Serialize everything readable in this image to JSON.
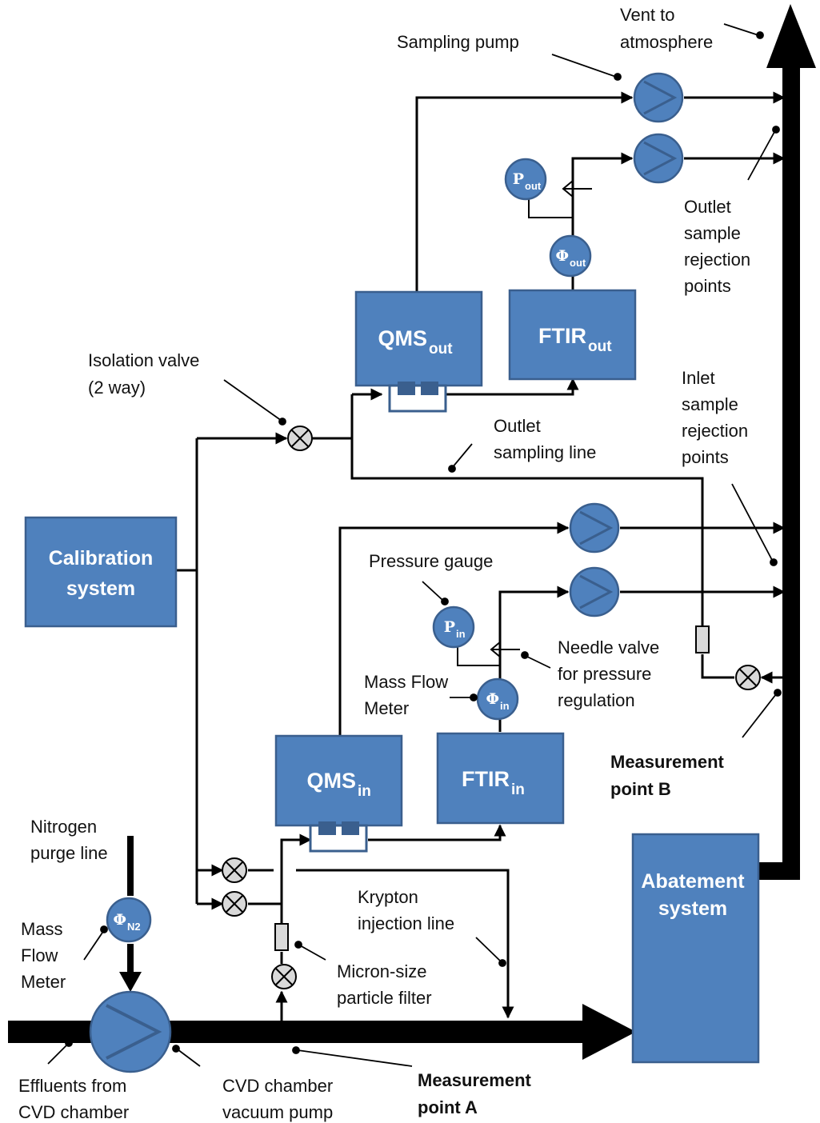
{
  "colors": {
    "unit_fill": "#4f81bd",
    "unit_border": "#3a5f8e",
    "valve_fill": "#d9d9d9",
    "line": "#000000"
  },
  "labels": {
    "vent": [
      "Vent to",
      "atmosphere"
    ],
    "sampling_pump": "Sampling pump",
    "outlet_rejection": [
      "Outlet",
      "sample",
      "rejection",
      "points"
    ],
    "inlet_rejection": [
      "Inlet",
      "sample",
      "rejection",
      "points"
    ],
    "isolation_valve": [
      "Isolation valve",
      "(2 way)"
    ],
    "outlet_sampling_line": [
      "Outlet",
      "sampling line"
    ],
    "pressure_gauge": "Pressure gauge",
    "needle_valve": [
      "Needle valve",
      "for pressure",
      "regulation"
    ],
    "mass_flow_meter_in": [
      "Mass Flow",
      "Meter"
    ],
    "measurement_point_b": [
      "Measurement",
      "point B"
    ],
    "nitrogen_purge": [
      "Nitrogen",
      "purge line"
    ],
    "mass_flow_meter_n2": [
      "Mass",
      "Flow",
      "Meter"
    ],
    "krypton_line": [
      "Krypton",
      "injection line"
    ],
    "particle_filter": [
      "Micron-size",
      "particle filter"
    ],
    "effluents": [
      "Effluents from",
      "CVD chamber"
    ],
    "vacuum_pump": [
      "CVD chamber",
      "vacuum pump"
    ],
    "measurement_point_a": [
      "Measurement",
      "point A"
    ]
  },
  "units": {
    "calibration": [
      "Calibration",
      "system"
    ],
    "abatement": [
      "Abatement",
      "system"
    ],
    "qms_out": {
      "main": "QMS",
      "sub": "out"
    },
    "ftir_out": {
      "main": "FTIR",
      "sub": "out"
    },
    "qms_in": {
      "main": "QMS",
      "sub": "in"
    },
    "ftir_in": {
      "main": "FTIR",
      "sub": "in"
    }
  },
  "instruments": {
    "p_out": {
      "main": "P",
      "sub": "out"
    },
    "phi_out": {
      "main": "Φ",
      "sub": "out"
    },
    "p_in": {
      "main": "P",
      "sub": "in"
    },
    "phi_in": {
      "main": "Φ",
      "sub": "in"
    },
    "phi_n2": {
      "main": "Φ",
      "sub": "N2"
    }
  }
}
